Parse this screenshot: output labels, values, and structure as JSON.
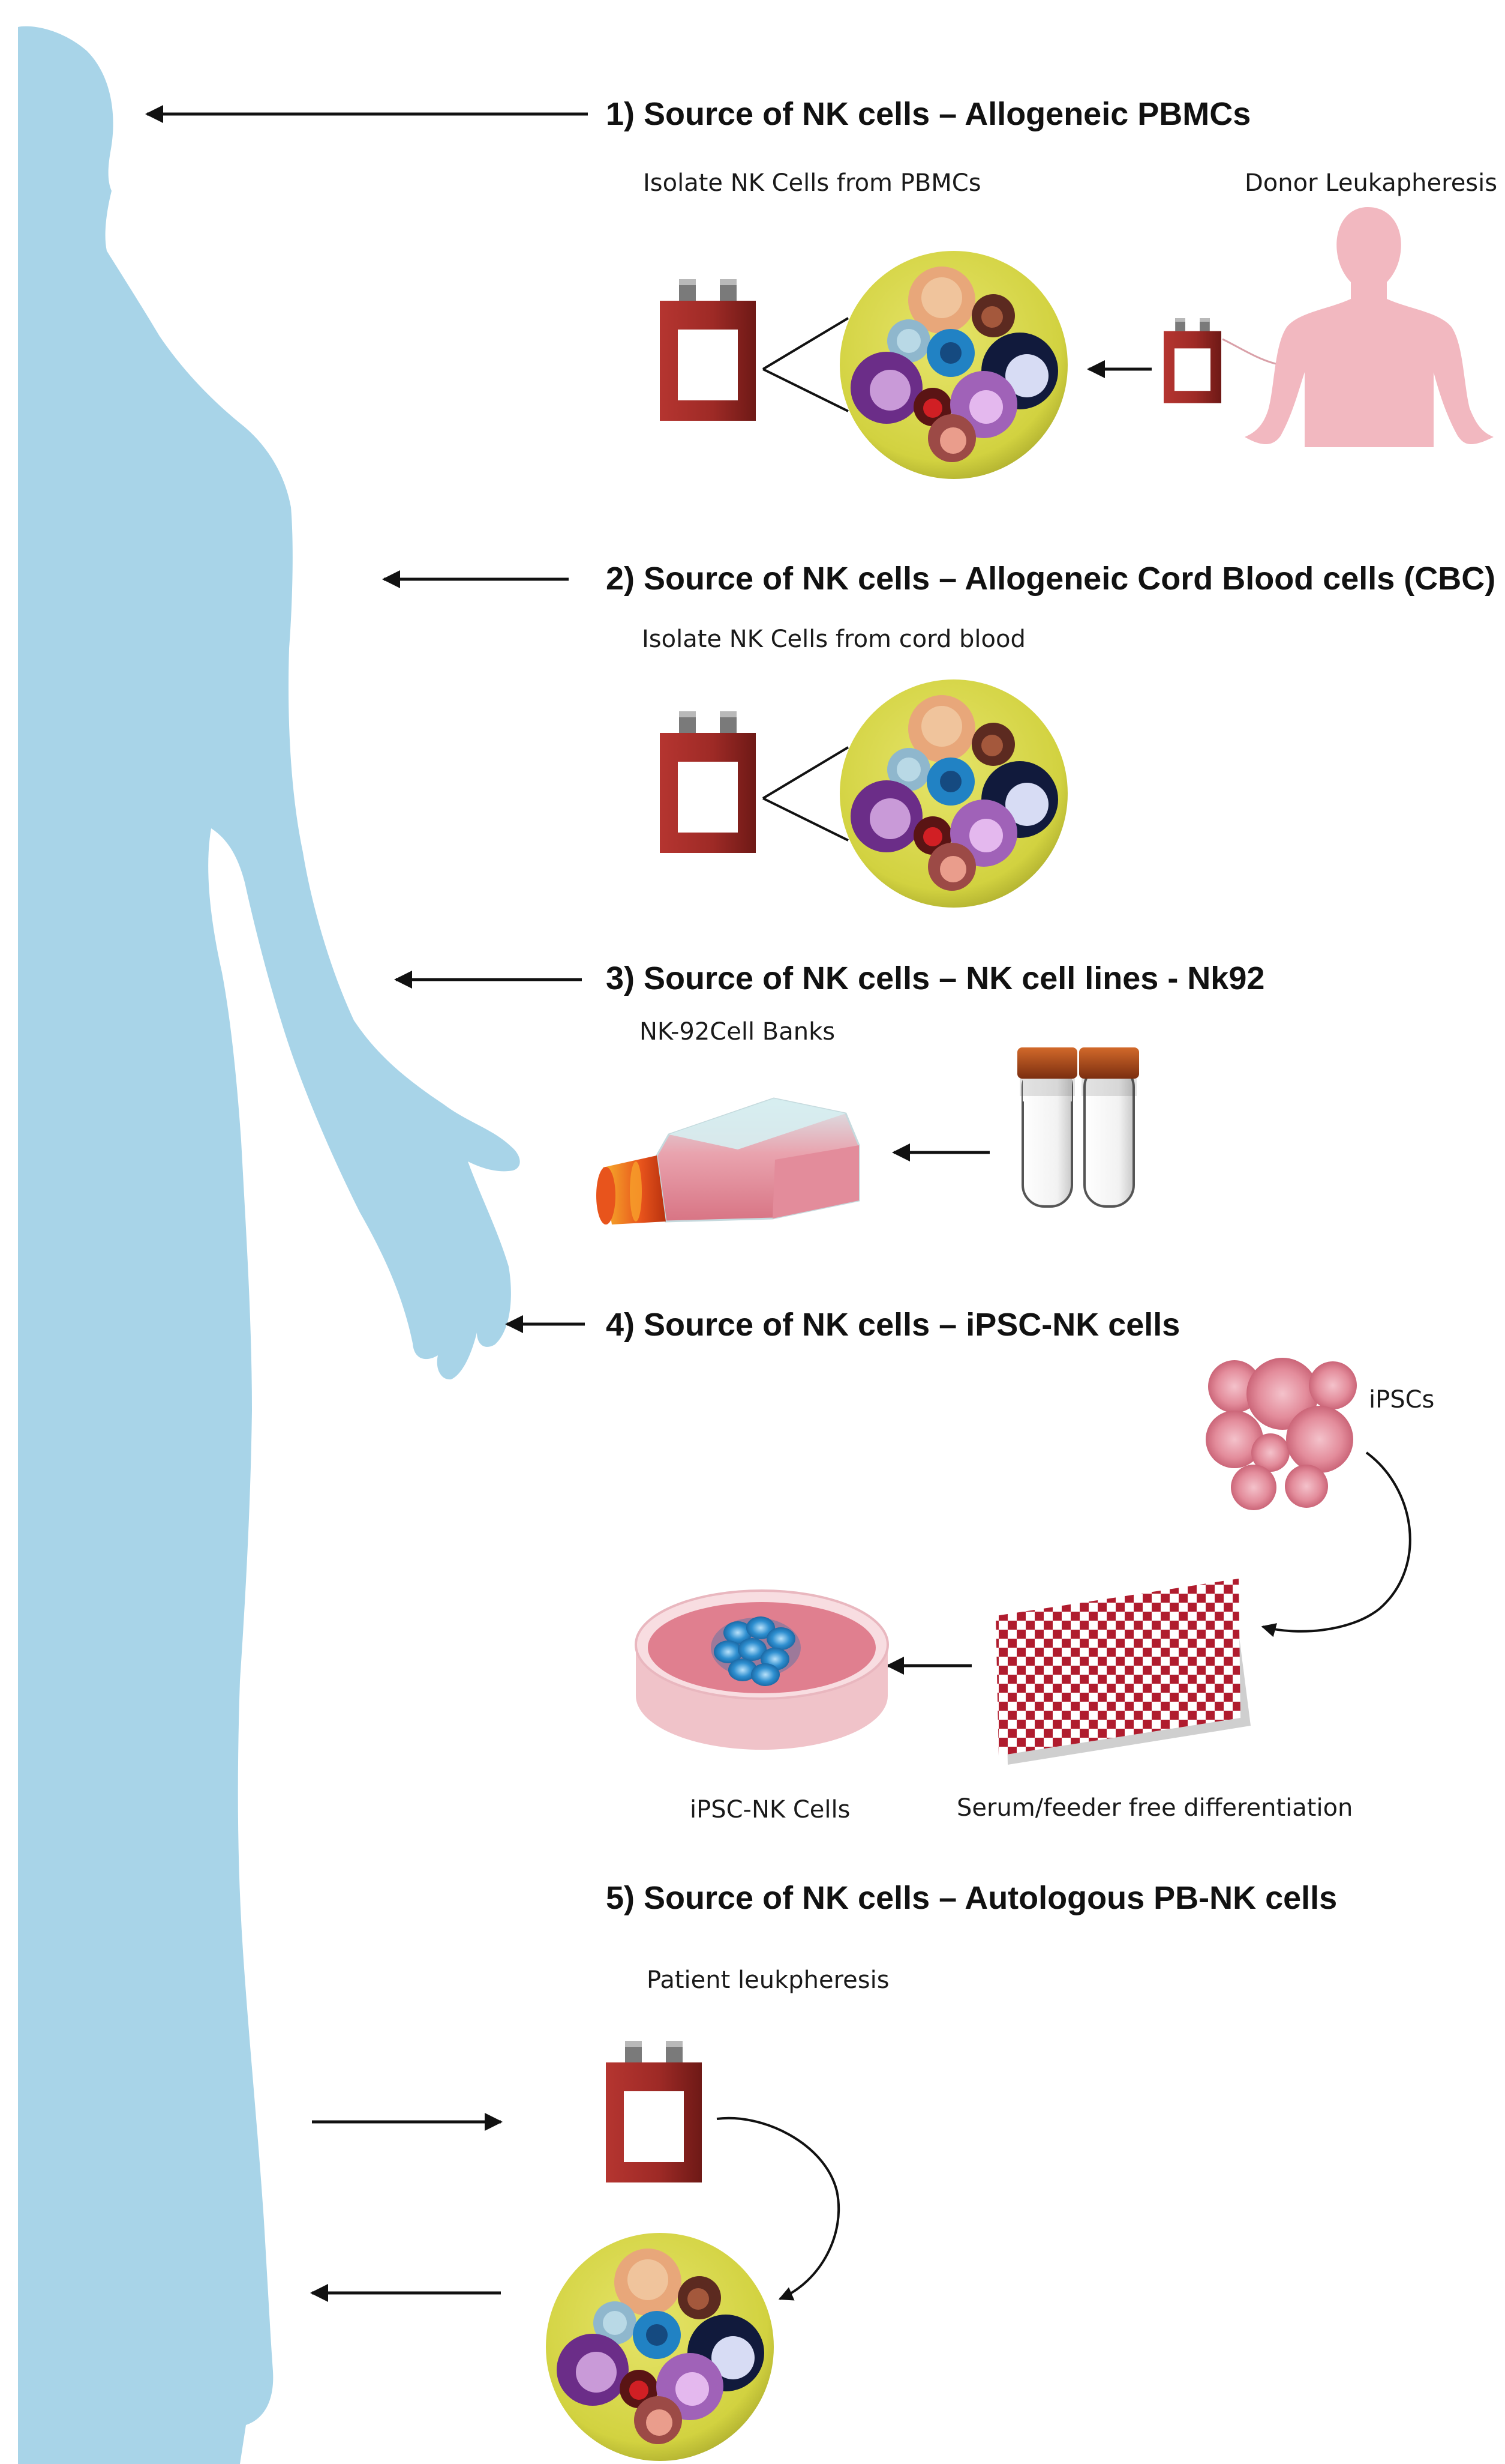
{
  "sections": [
    {
      "heading": "1) Source of NK cells – Allogeneic PBMCs",
      "captions": [
        "Isolate NK Cells from PBMCs",
        "Donor Leukapheresis"
      ]
    },
    {
      "heading": "2) Source of NK cells – Allogeneic Cord Blood cells (CBC)",
      "captions": [
        "Isolate NK Cells from cord blood"
      ]
    },
    {
      "heading": "3) Source of NK cells – NK cell lines - Nk92",
      "captions": [
        "NK-92Cell Banks"
      ]
    },
    {
      "heading": "4) Source of NK cells – iPSC-NK cells",
      "captions": [
        "iPSCs",
        "iPSC-NK Cells",
        "Serum/feeder free differentiation"
      ]
    },
    {
      "heading": "5) Source of NK cells – Autologous PB-NK cells",
      "captions": [
        "Patient leukpheresis"
      ]
    }
  ],
  "colors": {
    "silhouette": "#a8d4e8",
    "donor": "#f2b8c0",
    "blood_bag": "#9e2a26",
    "cell_mix_bg": "#d8d84a",
    "flask_media": "#e58a98",
    "ipsc": "#e08090",
    "checker": "#b01c2e",
    "nk_cells": "#2e8fd0"
  },
  "icons": [
    "human-silhouette",
    "blood-bag-icon",
    "cell-mix-icon",
    "donor-torso-icon",
    "culture-flask-icon",
    "cryovial-icon",
    "ipsc-cluster-icon",
    "checkerboard-plate-icon",
    "petri-dish-icon"
  ]
}
